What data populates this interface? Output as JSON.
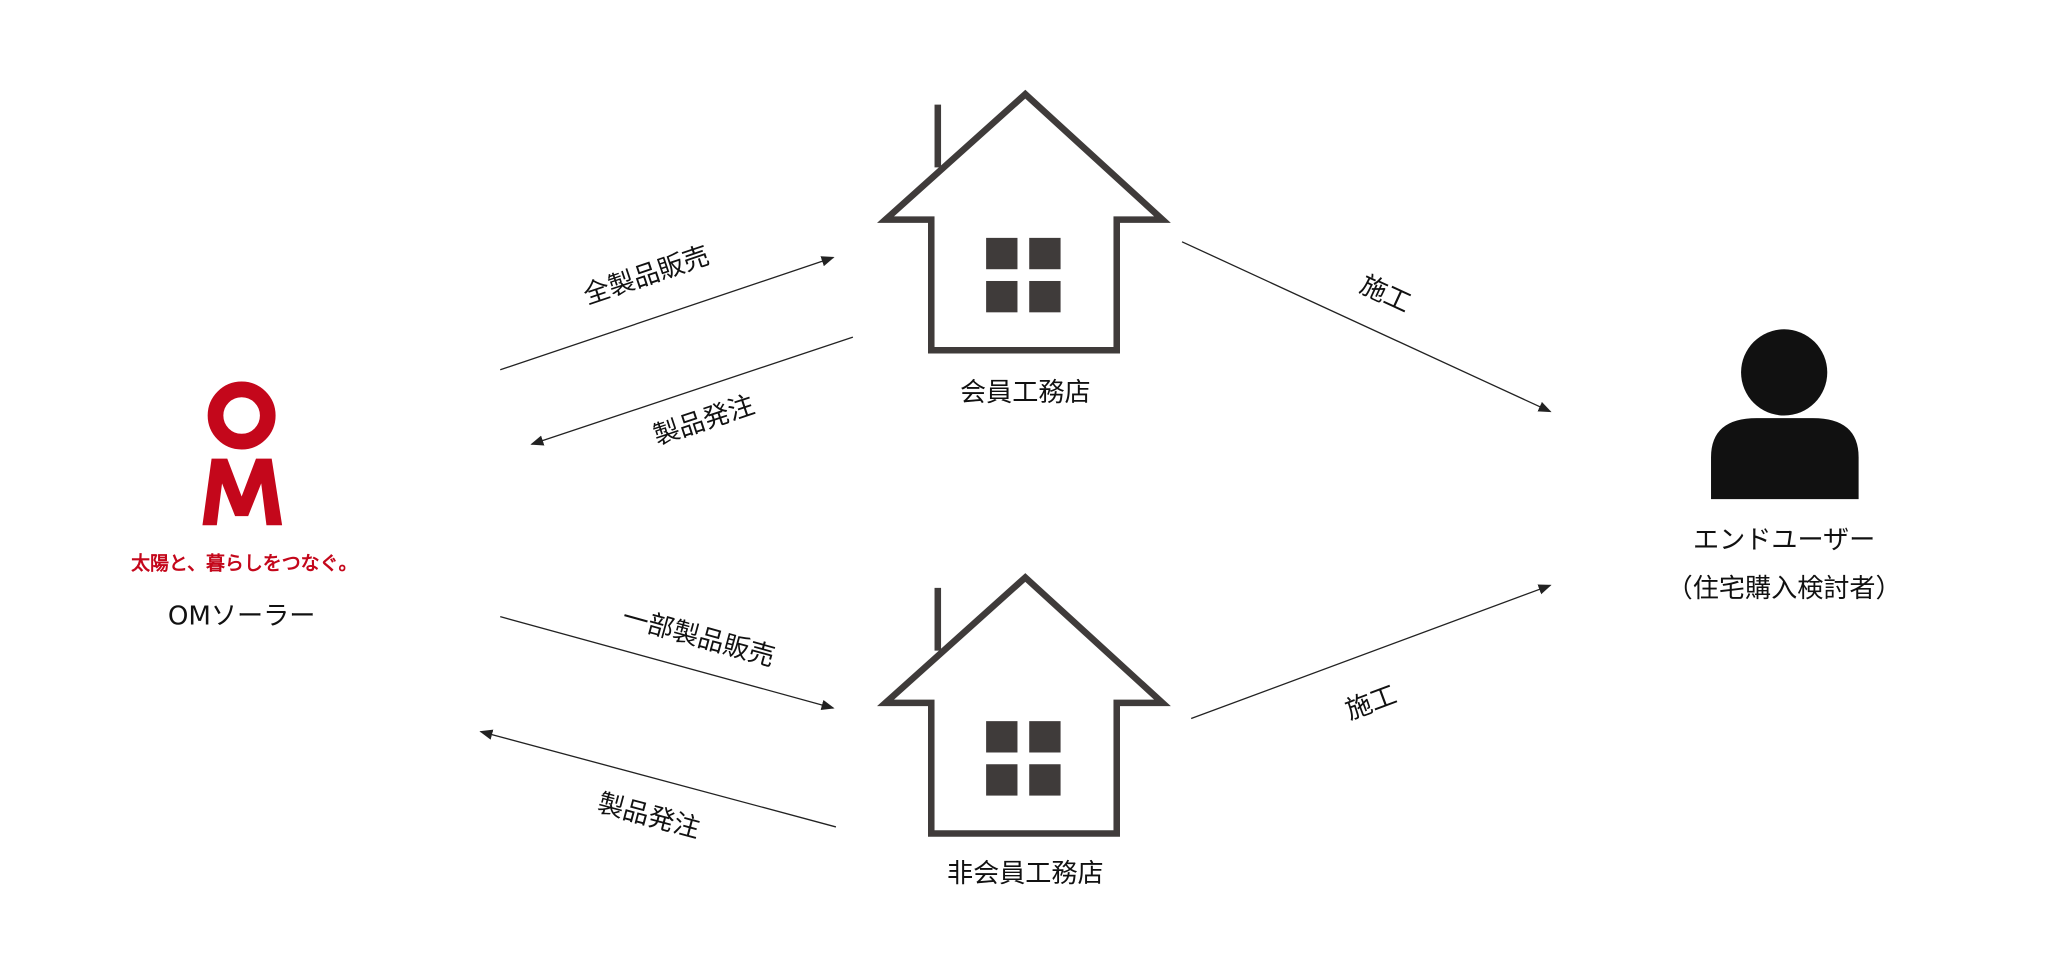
{
  "company": {
    "name": "OMソーラー",
    "logo_text": "OM",
    "tagline": "太陽と、暮らしをつなぐ。",
    "brand_color": "#c4071b"
  },
  "member_builder": {
    "label": "会員工務店"
  },
  "non_member_builder": {
    "label": "非会員工務店"
  },
  "end_user": {
    "label": "エンドユーザー",
    "sublabel": "（住宅購入検討者）"
  },
  "flows": {
    "all_products_sale": "全製品販売",
    "member_order": "製品発注",
    "member_construction": "施工",
    "partial_products_sale": "一部製品販売",
    "non_member_order": "製品発注",
    "non_member_construction": "施工"
  }
}
